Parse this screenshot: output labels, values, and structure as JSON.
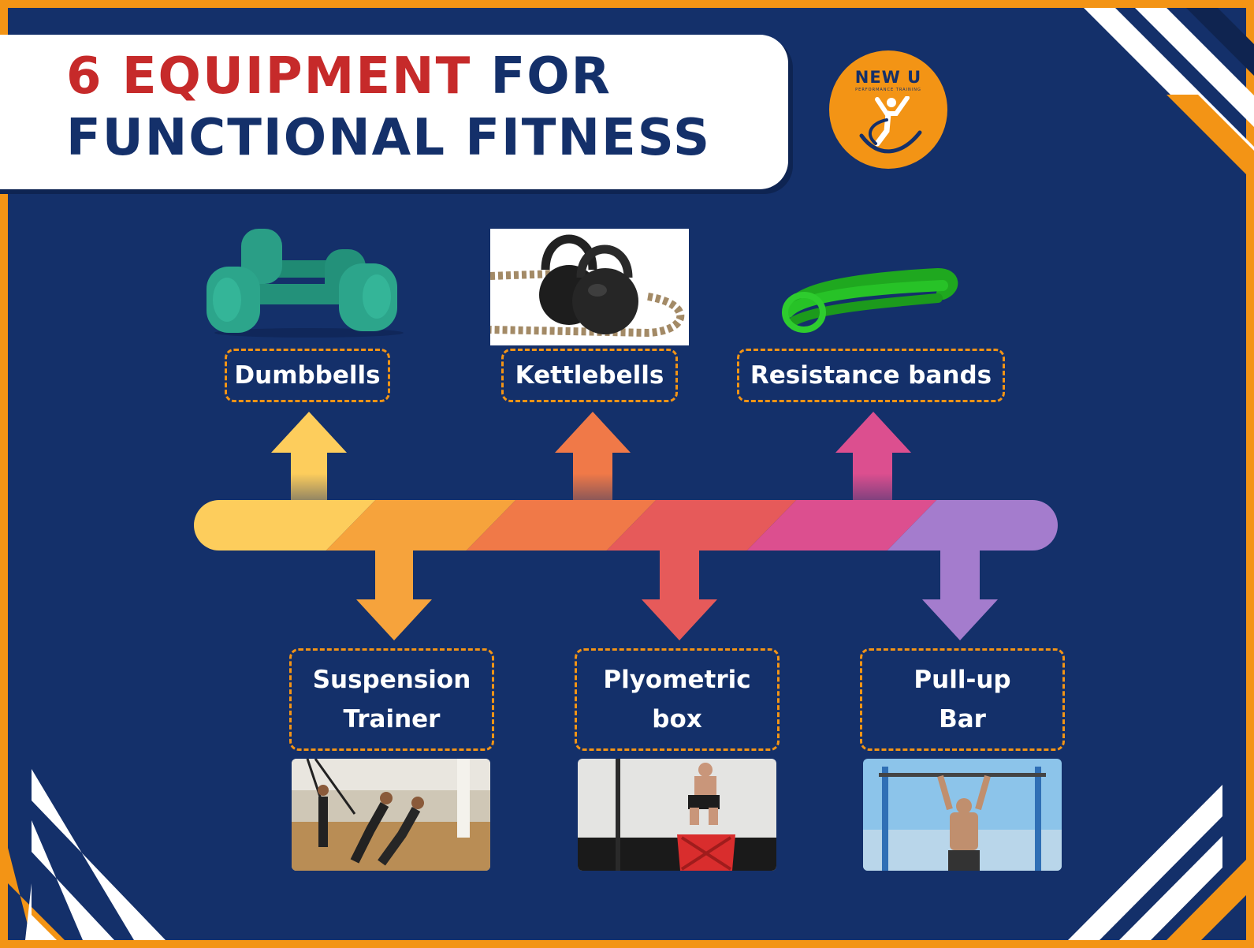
{
  "header": {
    "title_accent": "6 EQUIPMENT",
    "title_rest_line1": "FOR",
    "title_line2": "FUNCTIONAL FITNESS"
  },
  "logo": {
    "name": "NEW U",
    "tagline": "PERFORMANCE TRAINING",
    "icon": "jumping-figure-icon"
  },
  "colors": {
    "background": "#14306a",
    "frame": "#f39415",
    "title_accent": "#c62a2a",
    "label_border": "#f39415",
    "timeline": [
      "#fdcd5c",
      "#f6a33c",
      "#f07948",
      "#e65a5a",
      "#dc4f8f",
      "#a47ccd"
    ]
  },
  "equipment": [
    {
      "label": "Dumbbells",
      "direction": "up",
      "color": "#fdcd5c",
      "image": "dumbbells-image"
    },
    {
      "label": "Kettlebells",
      "direction": "up",
      "color": "#f07948",
      "image": "kettlebells-image"
    },
    {
      "label": "Resistance bands",
      "direction": "up",
      "color": "#dc4f8f",
      "image": "resistance-bands-image"
    },
    {
      "label_lines": [
        "Suspension",
        "Trainer"
      ],
      "direction": "down",
      "color": "#f6a33c",
      "image": "suspension-trainer-photo"
    },
    {
      "label_lines": [
        "Plyometric",
        "box"
      ],
      "direction": "down",
      "color": "#e65a5a",
      "image": "plyometric-box-photo"
    },
    {
      "label_lines": [
        "Pull-up",
        "Bar"
      ],
      "direction": "down",
      "color": "#a47ccd",
      "image": "pull-up-bar-photo"
    }
  ]
}
